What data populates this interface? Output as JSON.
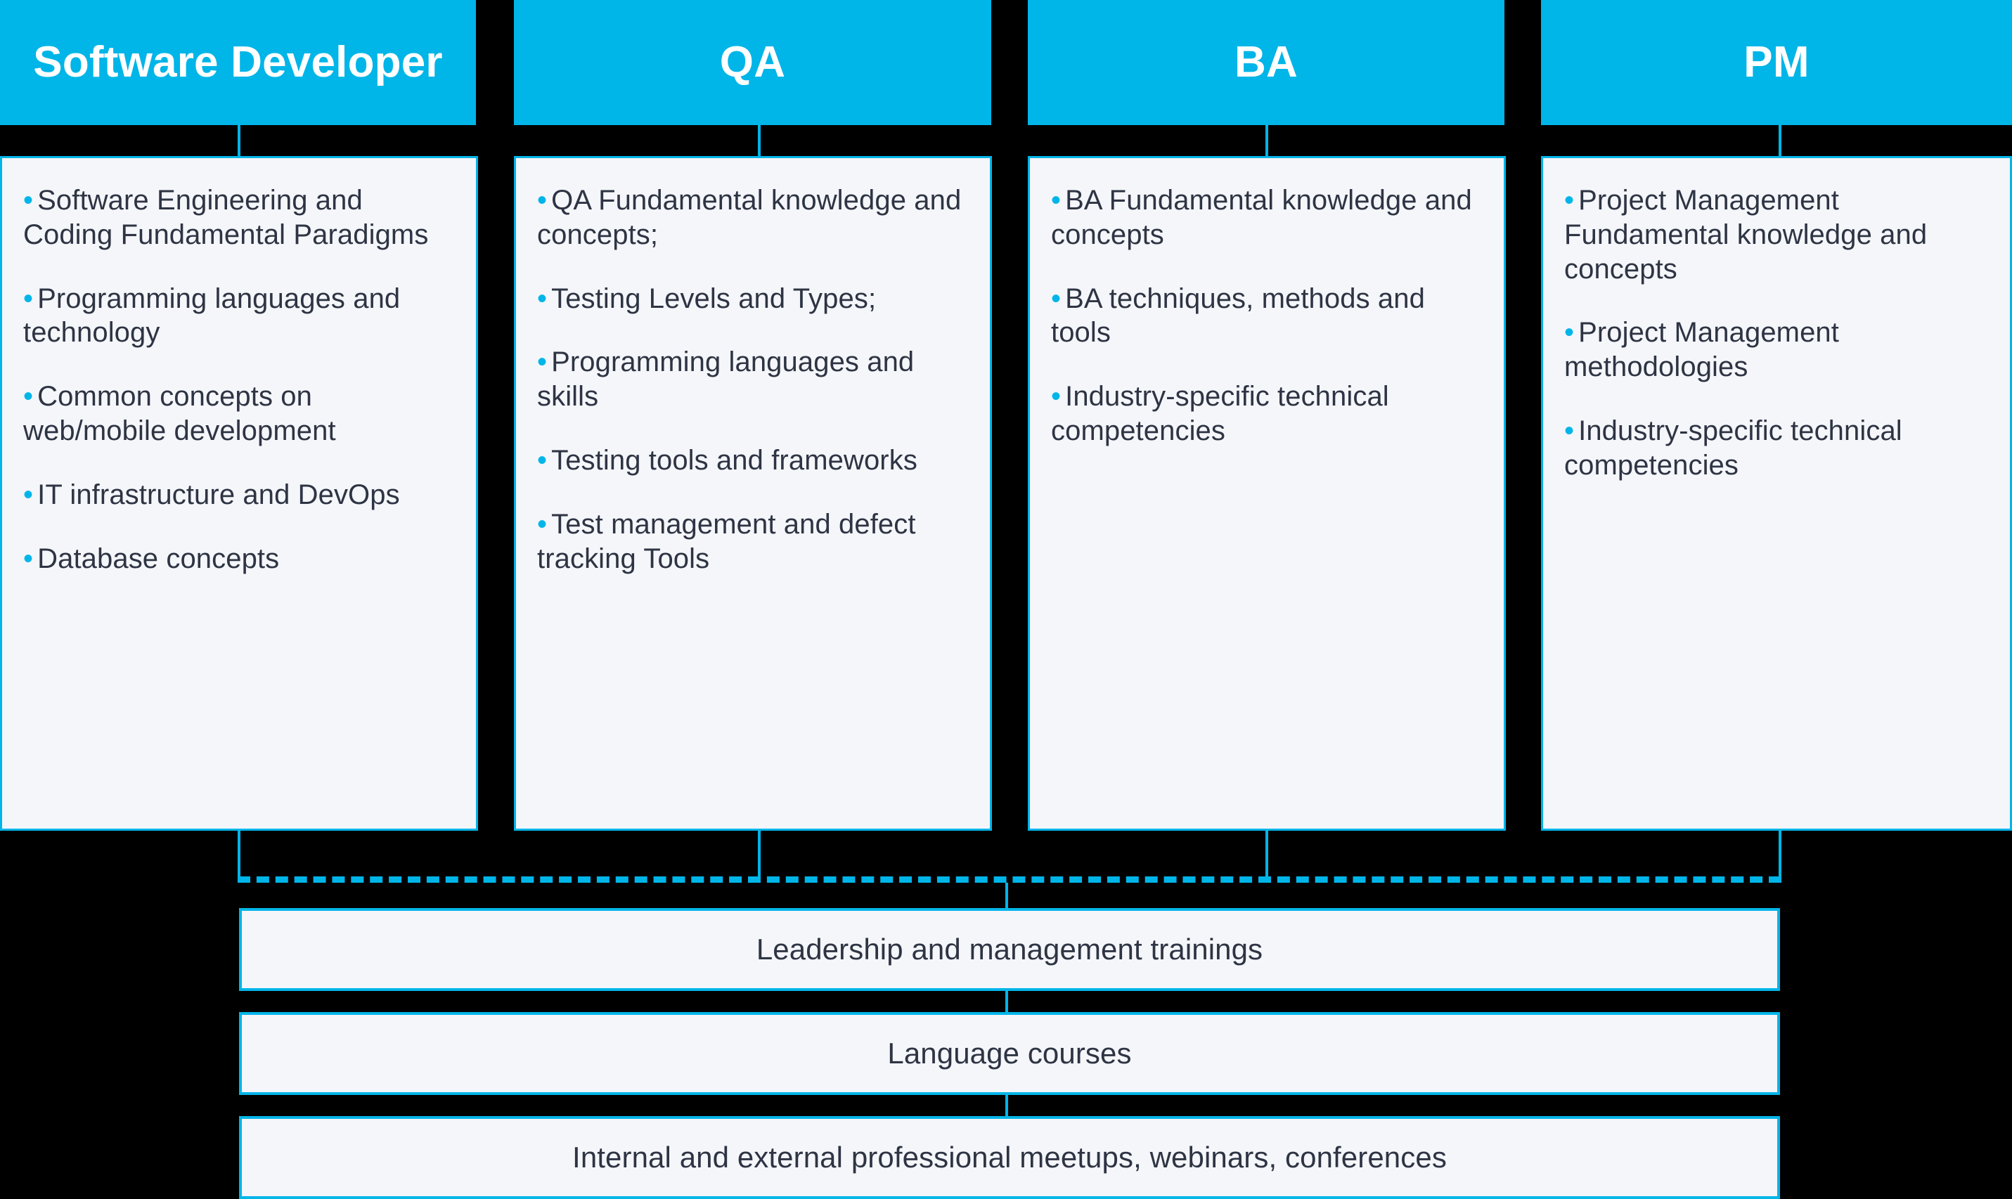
{
  "diagram": {
    "columns": [
      {
        "id": "software-developer",
        "title": "Software Developer",
        "bullets": [
          "Software Engineering and Coding Fundamental Paradigms",
          "Programming languages and technology",
          "Common concepts on web/mobile development",
          "IT infrastructure and DevOps",
          "Database concepts"
        ]
      },
      {
        "id": "qa",
        "title": "QA",
        "bullets": [
          "QA Fundamental knowledge and concepts;",
          "Testing Levels and Types;",
          "Programming languages and skills",
          "Testing tools and frameworks",
          "Test management and defect tracking Tools"
        ]
      },
      {
        "id": "ba",
        "title": "BA",
        "bullets": [
          "BA Fundamental knowledge and concepts",
          "BA techniques, methods and tools",
          "Industry-specific technical competencies"
        ]
      },
      {
        "id": "pm",
        "title": "PM",
        "bullets": [
          "Project Management Fundamental knowledge and concepts",
          "Project Management methodologies",
          "Industry-specific technical competencies"
        ]
      }
    ],
    "shared_bars": [
      {
        "id": "leadership",
        "label": "Leadership and management trainings"
      },
      {
        "id": "language",
        "label": "Language courses"
      },
      {
        "id": "meetups",
        "label": "Internal and external professional meetups, webinars, conferences"
      }
    ],
    "bullet_glyph": "•",
    "colors": {
      "accent": "#00B5E8",
      "card_background": "#F4F6FA",
      "page_background": "#000000",
      "body_text": "#2E3443",
      "header_text": "#FFFFFF"
    }
  }
}
